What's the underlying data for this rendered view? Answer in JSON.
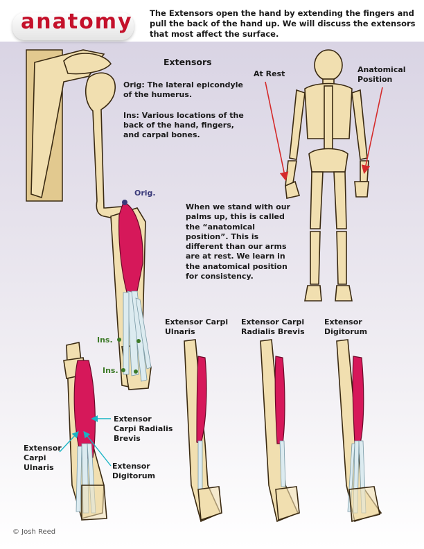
{
  "header": {
    "logo": "anatomy",
    "intro": "The Extensors open the hand by extending the fingers and pull the back of the hand up.  We will discuss the extensors that most affect the surface."
  },
  "colors": {
    "muscle": "#d6185a",
    "bone": "#f1dfb0",
    "bone_outline": "#3a2a12",
    "tendon": "#dcebf0",
    "arrow": "#d42a2a",
    "bg_top": "#d9d4e4"
  },
  "main": {
    "title": "Extensors",
    "origin": "Orig: The lateral epicondyle\nof the humerus.",
    "insertion": "Ins: Various locations of the\nback of the hand, fingers,\nand carpal bones.",
    "orig_label": "Orig.",
    "ins_label_1": "Ins.",
    "ins_label_2": "Ins."
  },
  "skeleton": {
    "at_rest": "At Rest",
    "anatomical_position": "Anatomical\nPosition",
    "note": "When we stand with our\npalms up, this is called\nthe “anatomical\nposition”.  This is\ndifferent than our arms\nare at rest.  We learn in\nthe anatomical position\nfor consistency."
  },
  "muscles": {
    "ecu_title": "Extensor Carpi\nUlnaris",
    "ecrb_title": "Extensor Carpi\nRadialis Brevis",
    "ed_title": "Extensor\nDigitorum",
    "callout_ecrb": "Extensor\nCarpi Radialis\nBrevis",
    "callout_ecu": "Extensor\nCarpi\nUlnaris",
    "callout_ed": "Extensor\nDigitorum"
  },
  "credit": "© Josh Reed"
}
